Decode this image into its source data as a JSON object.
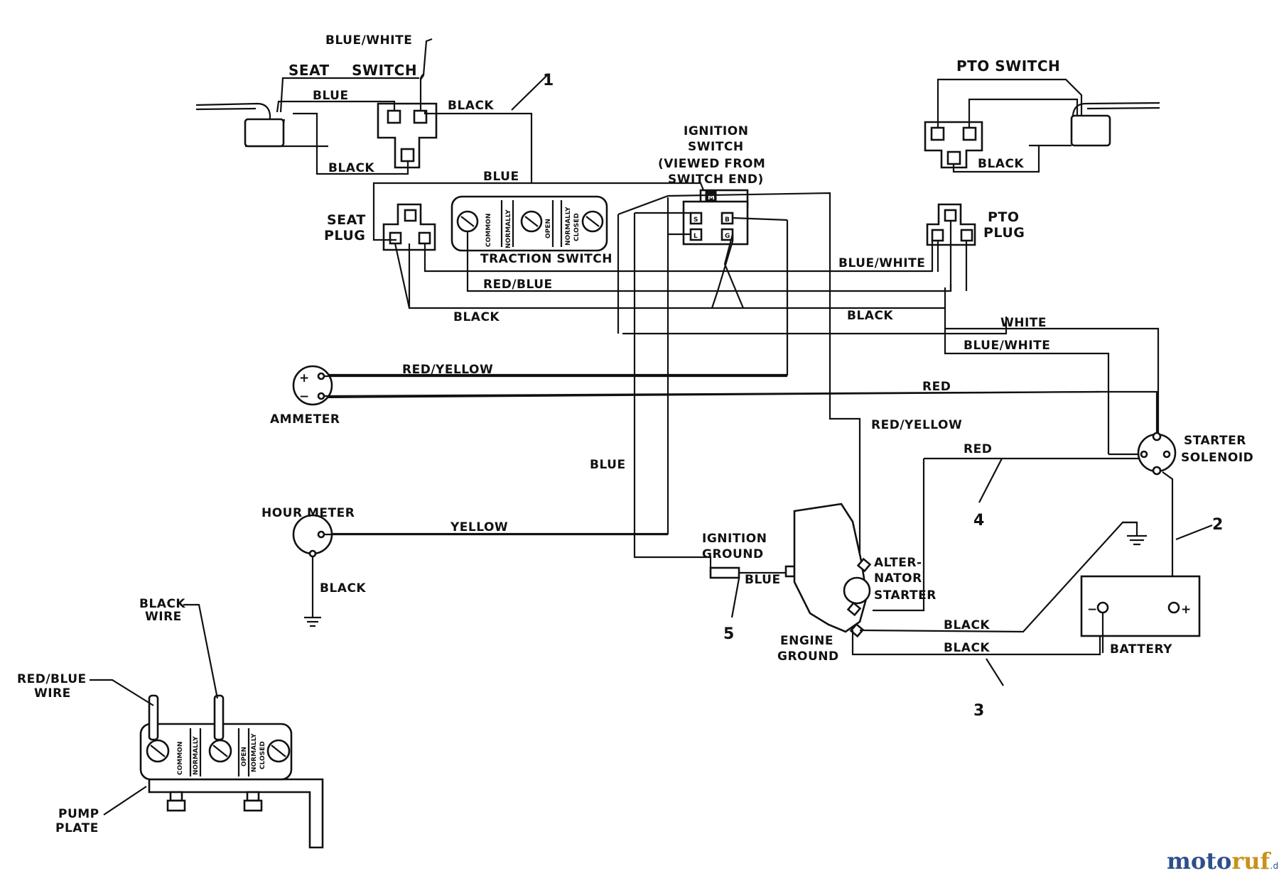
{
  "components": {
    "seat_switch": "SEAT SWITCH",
    "pto_switch": "PTO SWITCH",
    "ignition_switch": [
      "IGNITION",
      "SWITCH",
      "(VIEWED FROM",
      "SWITCH END)"
    ],
    "seat_plug": [
      "SEAT",
      "PLUG"
    ],
    "pto_plug": [
      "PTO",
      "PLUG"
    ],
    "traction_switch": "TRACTION SWITCH",
    "traction_switch_terminals": [
      "COMMON",
      "NORMALLY",
      "OPEN",
      "NORMALLY",
      "CLOSED"
    ],
    "ignition_terminals": [
      "M",
      "S",
      "B",
      "L",
      "G"
    ],
    "ammeter": "AMMETER",
    "ammeter_signs": [
      "+",
      "−"
    ],
    "hour_meter": "HOUR METER",
    "ignition_ground": [
      "IGNITION",
      "GROUND"
    ],
    "alternator_starter": [
      "ALTER-",
      "NATOR",
      "STARTER"
    ],
    "engine_ground": [
      "ENGINE",
      "GROUND"
    ],
    "starter_solenoid": [
      "STARTER",
      "SOLENOID"
    ],
    "battery": "BATTERY",
    "battery_signs": [
      "−",
      "+"
    ]
  },
  "wires": {
    "blue_white_1": "BLUE/WHITE",
    "blue_1": "BLUE",
    "black_1": "BLACK",
    "black_2": "BLACK",
    "black_pto": "BLACK",
    "blue_2": "BLUE",
    "blue_white_2": "BLUE/WHITE",
    "red_blue": "RED/BLUE",
    "black_3": "BLACK",
    "black_4": "BLACK",
    "white": "WHITE",
    "blue_white_3": "BLUE/WHITE",
    "red_yellow_1": "RED/YELLOW",
    "red_1": "RED",
    "red_yellow_2": "RED/YELLOW",
    "red_2": "RED",
    "blue_3": "BLUE",
    "yellow": "YELLOW",
    "blue_4": "BLUE",
    "black_5": "BLACK",
    "black_6": "BLACK",
    "black_7": "BLACK"
  },
  "callouts": [
    "1",
    "2",
    "3",
    "4",
    "5"
  ],
  "inset": {
    "black_wire": [
      "BLACK",
      "WIRE"
    ],
    "red_blue_wire": [
      "RED/BLUE",
      "WIRE"
    ],
    "pump_plate": [
      "PUMP",
      "PLATE"
    ],
    "terminals": [
      "COMMON",
      "NORMALLY",
      "OPEN",
      "NORMALLY",
      "CLOSED"
    ]
  },
  "watermark": {
    "part1": "moto",
    "part2": "ruf",
    "suffix": ".de"
  }
}
